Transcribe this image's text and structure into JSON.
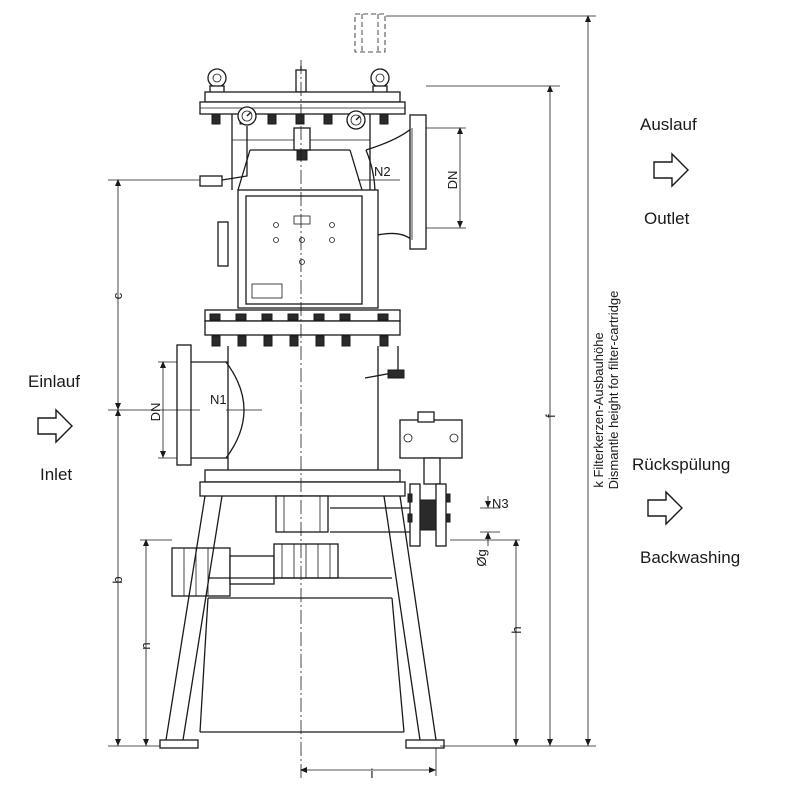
{
  "flows": {
    "inlet": {
      "de": "Einlauf",
      "en": "Inlet"
    },
    "outlet": {
      "de": "Auslauf",
      "en": "Outlet"
    },
    "backwash": {
      "de": "Rückspülung",
      "en": "Backwashing"
    }
  },
  "nozzles": {
    "n1": "N1",
    "n2": "N2",
    "n3": "N3"
  },
  "dimensions": {
    "dn_inlet": "DN",
    "dn_outlet": "DN",
    "c": "c",
    "b": "b",
    "n": "n",
    "h": "h",
    "i": "i",
    "f": "f",
    "g": "Øg"
  },
  "dismantle": {
    "line1": "k Filterkerzen-Ausbauhöhe",
    "line2": "Dismantle height for filter-cartridge"
  }
}
